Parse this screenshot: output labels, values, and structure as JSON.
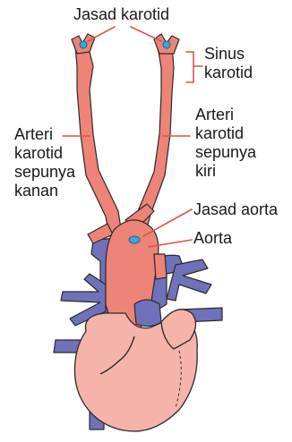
{
  "labels": {
    "carotid_body": "Jasad karotid",
    "carotid_sinus": [
      "Sinus",
      "karotid"
    ],
    "right_common_carotid": [
      "Arteri",
      "karotid",
      "sepunya",
      "kanan"
    ],
    "left_common_carotid": [
      "Arteri",
      "karotid",
      "sepunya",
      "kiri"
    ],
    "aortic_body": "Jasad aorta",
    "aorta": "Aorta"
  },
  "colors": {
    "artery": "#ee8377",
    "artery_outline": "#2b2b2b",
    "vein": "#6f72b8",
    "heart": "#f5b3aa",
    "receptor_body": "#39a8d8",
    "leader_line": "#d8554a",
    "background": "#ffffff"
  }
}
